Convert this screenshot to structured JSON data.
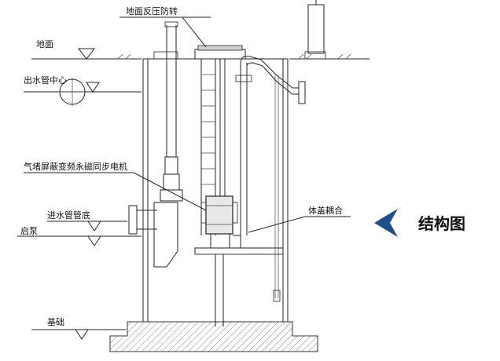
{
  "labels": {
    "ground_anti_pressure": "地面反压防转",
    "ground": "地面",
    "outlet_center": "出水管中心",
    "motor": "气堵屏蔽变频永磁同步电机",
    "inlet_bottom": "进水管管底",
    "start_pump": "启泵",
    "body_cover_coupling": "体盖耦合",
    "foundation": "基础",
    "structure_title": "结构图"
  },
  "colors": {
    "line": "#222222",
    "accent_blue": "#1f4e8c",
    "arrow_blue": "#1f4e8c"
  }
}
